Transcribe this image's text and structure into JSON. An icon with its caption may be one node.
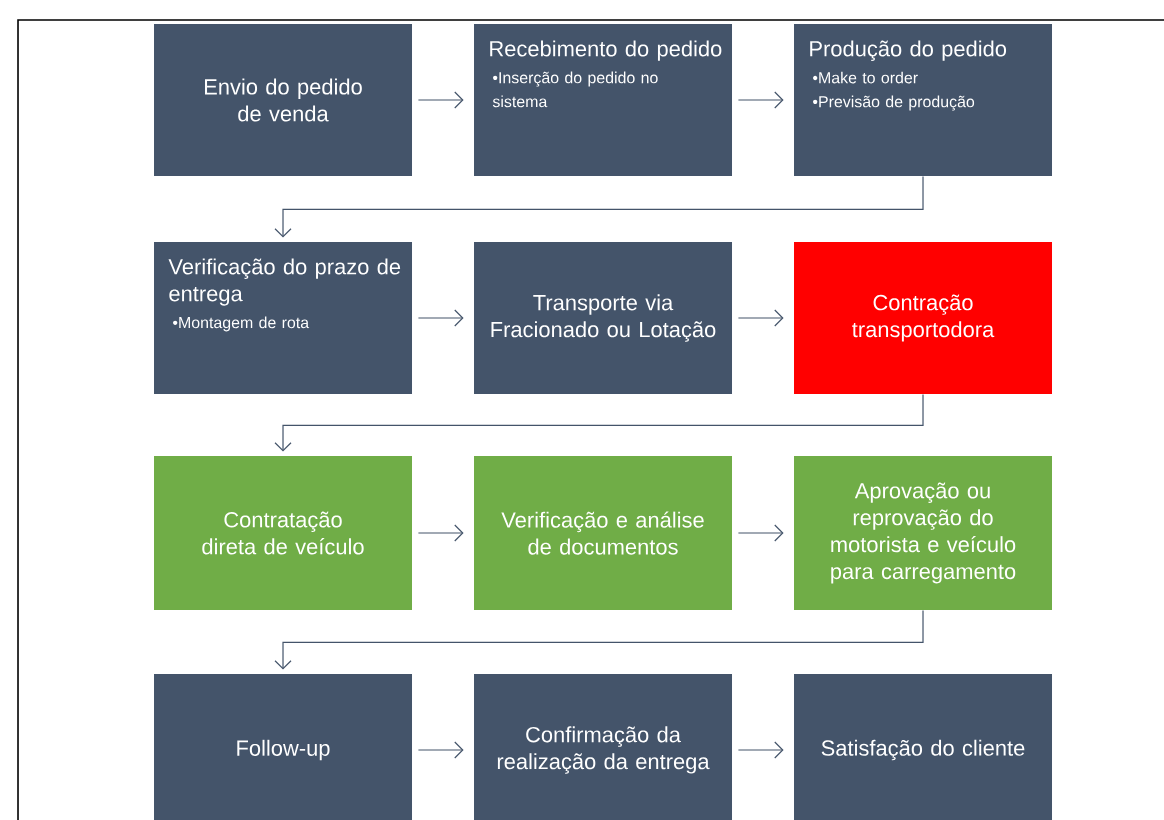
{
  "diagram": {
    "nodes": [
      {
        "text": [
          "Envio do pedido de venda"
        ]
      },
      {
        "text": [
          "Recebimento do pedido",
          "•Inserção do pedido no sistema"
        ]
      },
      {
        "text": [
          "Produção do pedido",
          "•Make to order",
          "•Previsão de produção"
        ]
      },
      {
        "text": [
          "Verificação do prazo de entrega",
          "•Montagem de rota"
        ]
      },
      {
        "text": [
          "Transporte via Fracionado ou Lotação"
        ]
      },
      {
        "text": [
          "Contração transportodora"
        ]
      },
      {
        "text": [
          "Contratação direta de veículo"
        ]
      },
      {
        "text": [
          "Verificação e análise de documentos"
        ]
      },
      {
        "text": [
          "Aprovação ou reprovação do motorista e veículo para carregamento"
        ]
      },
      {
        "text": [
          "Follow-up"
        ]
      },
      {
        "text": [
          "Confirmação da realização da entrega"
        ]
      },
      {
        "text": [
          "Satisfação do cliente"
        ]
      }
    ],
    "edges": [
      {
        "from": 0,
        "to": 1,
        "arrow": "to"
      },
      {
        "from": 1,
        "to": 2,
        "arrow": "to"
      },
      {
        "from": 2,
        "to": 3,
        "arrow": "to"
      },
      {
        "from": 3,
        "to": 4,
        "arrow": "to"
      },
      {
        "from": 4,
        "to": 5,
        "arrow": "to"
      },
      {
        "from": 5,
        "to": 6,
        "arrow": "to"
      },
      {
        "from": 6,
        "to": 7,
        "arrow": "to"
      },
      {
        "from": 7,
        "to": 8,
        "arrow": "to"
      },
      {
        "from": 8,
        "to": 9,
        "arrow": "to"
      },
      {
        "from": 9,
        "to": 10,
        "arrow": "to"
      },
      {
        "from": 10,
        "to": 11,
        "arrow": "to"
      }
    ]
  }
}
